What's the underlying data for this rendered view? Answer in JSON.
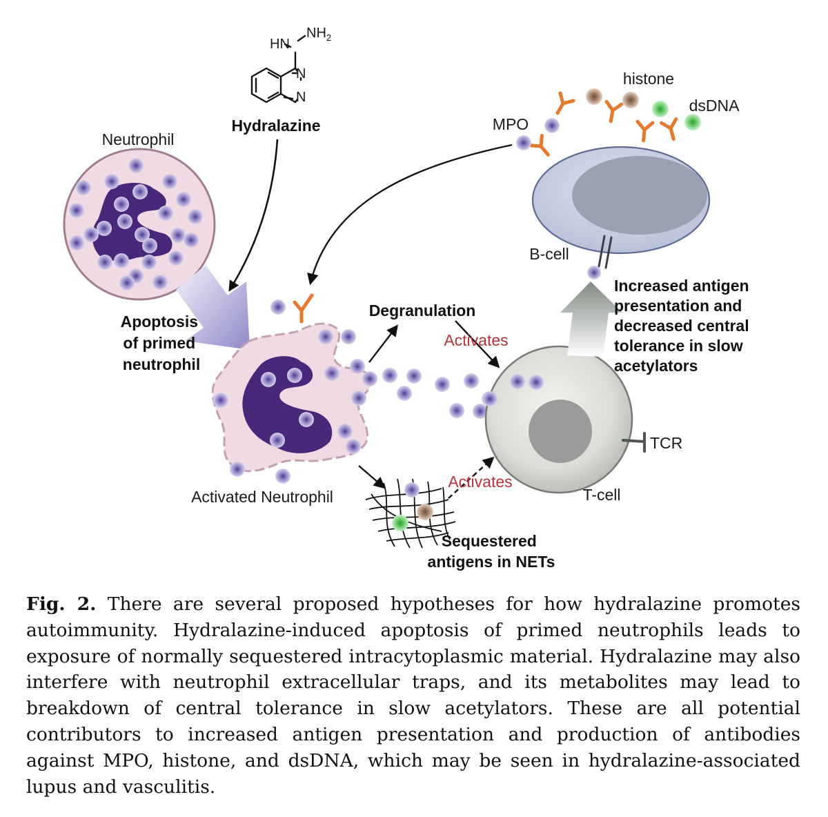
{
  "diagram": {
    "drug": {
      "name": "Hydralazine",
      "hydrazine_group": "HN",
      "amine": "NH",
      "amine_subscript": "2",
      "ring_n1": "N",
      "ring_n2": "N"
    },
    "cells": {
      "neutrophil": "Neutrophil",
      "activated_neutrophil": "Activated Neutrophil",
      "b_cell": "B-cell",
      "t_cell": "T-cell"
    },
    "antigens": {
      "mpo": "MPO",
      "histone": "histone",
      "dsdna": "dsDNA"
    },
    "receptor": "TCR",
    "processes": {
      "apoptosis": [
        "Apoptosis",
        "of primed",
        "neutrophil"
      ],
      "degranulation": "Degranulation",
      "activates_upper": "Activates",
      "activates_lower": "Activates",
      "sequestered": [
        "Sequestered",
        "antigens in NETs"
      ],
      "presentation": [
        "Increased antigen",
        "presentation and",
        "decreased central",
        "tolerance in slow",
        "acetylators"
      ]
    },
    "colors": {
      "cell_pink": "#f0dae3",
      "nucleus_purple": "#48287a",
      "granule_purple": "#8f84c4",
      "antibody_orange": "#e57a2e",
      "histone_brown": "#9a7860",
      "dsdna_green": "#57c257",
      "b_cell_blue": "#c7cedd",
      "t_cell_gray": "#d9dbd7",
      "activates_red": "#b8323a"
    }
  },
  "caption": {
    "label": "Fig. 2.",
    "text": " There are several proposed hypotheses for how hydralazine promotes autoimmunity. Hydralazine-induced apoptosis of primed neutrophils leads to exposure of normally sequestered intracytoplasmic material. Hydralazine may also interfere with neutrophil extracellular traps, and its metabolites may lead to breakdown of central tolerance in slow acetylators. These are all potential contributors to increased antigen presentation and production of antibodies against MPO, histone, and dsDNA, which may be seen in hydralazine-associated lupus and vasculitis."
  }
}
